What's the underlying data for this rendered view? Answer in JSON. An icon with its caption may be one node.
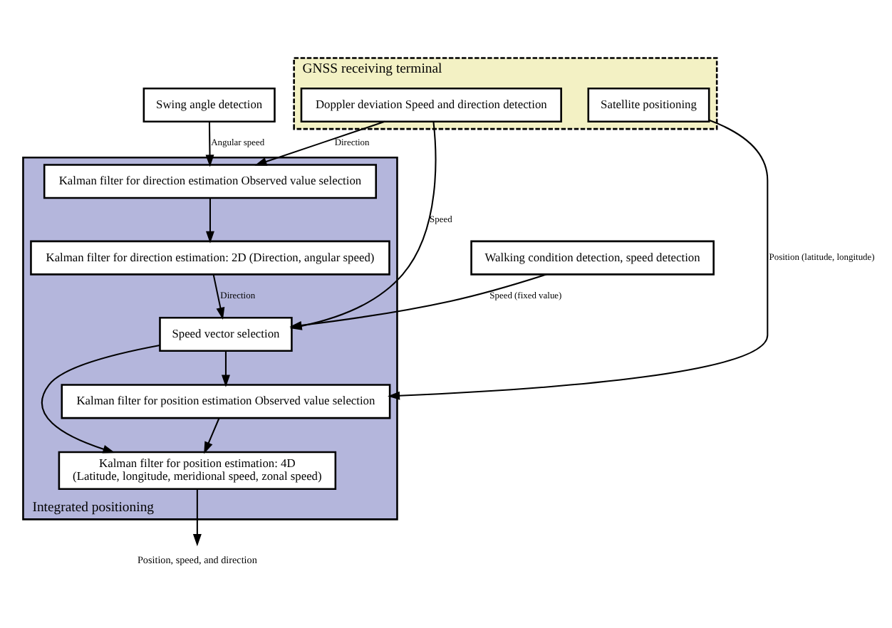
{
  "diagram": {
    "nodes": [
      {
        "text": [
          "GNSS receiving terminal"
        ]
      },
      {
        "text": [
          "Doppler deviation Speed and direction detection"
        ],
        "in": 0
      },
      {
        "text": [
          "Satellite positioning"
        ],
        "in": 0
      },
      {
        "text": [
          "Swing angle detection"
        ]
      },
      {
        "text": [
          "Integrated positioning"
        ]
      },
      {
        "text": [
          "Kalman filter for direction estimation Observed value selection"
        ],
        "in": 4
      },
      {
        "text": [
          "Kalman filter for direction estimation: 2D (Direction, angular speed)"
        ],
        "in": 4
      },
      {
        "text": [
          "Speed vector selection"
        ],
        "in": 4
      },
      {
        "text": [
          "Kalman filter for position estimation Observed value selection"
        ],
        "in": 4
      },
      {
        "text": [
          "Kalman filter for position estimation: 4D",
          "(Latitude, longitude, meridional speed, zonal speed)"
        ],
        "in": 4
      },
      {
        "text": [
          "Walking condition detection, speed detection"
        ]
      },
      {
        "text": [
          "Position, speed, and direction"
        ]
      }
    ],
    "edges": [
      {
        "from": 3,
        "to": 5,
        "arrow": "to",
        "label": "Angular speed"
      },
      {
        "from": 1,
        "to": 5,
        "arrow": "to",
        "label": "Direction"
      },
      {
        "from": 1,
        "to": 7,
        "arrow": "to",
        "label": "Speed"
      },
      {
        "from": 2,
        "to": 8,
        "arrow": "to",
        "label": "Position (latitude, longitude)"
      },
      {
        "from": 5,
        "to": 6,
        "arrow": "to"
      },
      {
        "from": 6,
        "to": 7,
        "arrow": "to",
        "label": "Direction"
      },
      {
        "from": 10,
        "to": 7,
        "arrow": "to",
        "label": "Speed (fixed value)"
      },
      {
        "from": 7,
        "to": 8,
        "arrow": "to"
      },
      {
        "from": 7,
        "to": 9,
        "arrow": "to"
      },
      {
        "from": 8,
        "to": 9,
        "arrow": "to"
      },
      {
        "from": 9,
        "to": 11,
        "arrow": "to"
      }
    ]
  }
}
